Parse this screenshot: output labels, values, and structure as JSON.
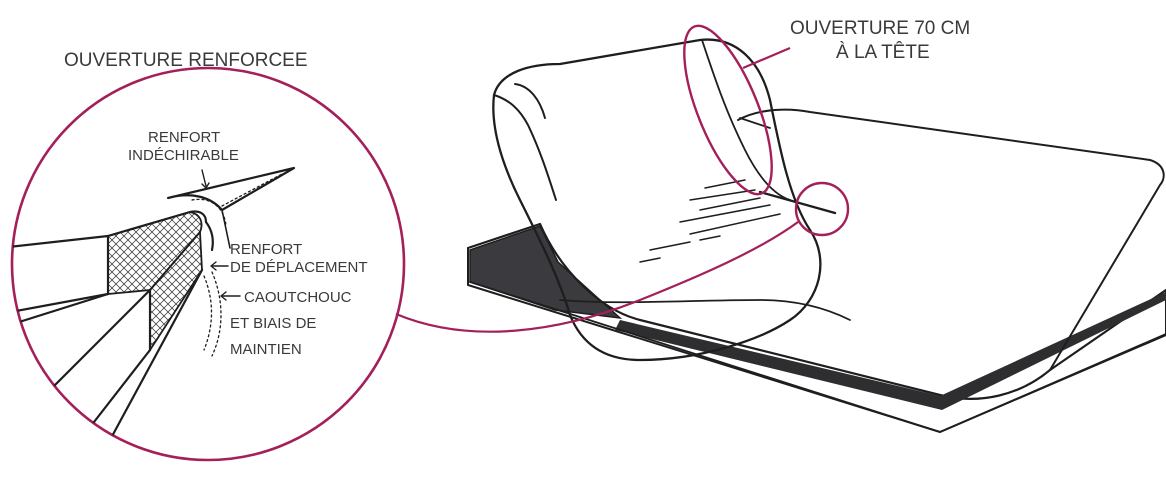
{
  "accent_color": "#a3205a",
  "ink_color": "#1e1e1e",
  "labels": {
    "ouverture_renforcee": "OUVERTURE RENFORCEE",
    "ouverture_70_line1": "OUVERTURE 70 CM",
    "ouverture_70_line2": "À LA TÊTE",
    "renfort_indechirable_line1": "RENFORT",
    "renfort_indechirable_line2": "INDÉCHIRABLE",
    "renfort_deplacement_line1": "RENFORT",
    "renfort_deplacement_line2": "DE DÉPLACEMENT",
    "caoutchouc_line1": "CAOUTCHOUC",
    "caoutchouc_line2": "ET BIAIS DE",
    "caoutchouc_line3": "MAINTIEN"
  }
}
